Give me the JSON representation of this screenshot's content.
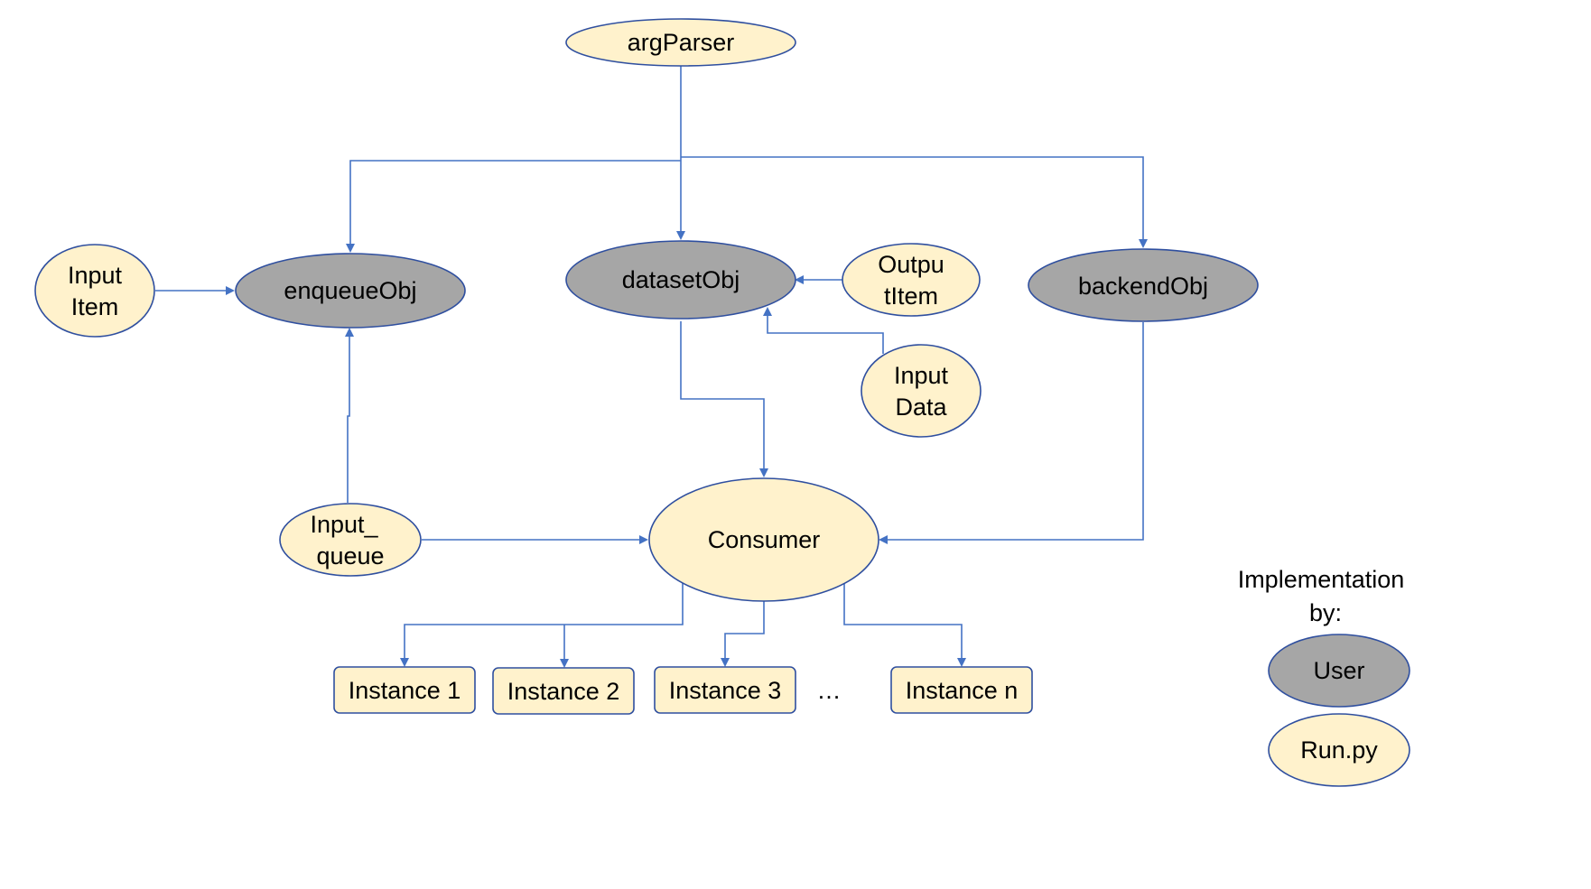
{
  "colors": {
    "user_fill": "#A6A6A6",
    "runpy_fill": "#FFF2CC",
    "outline": "#2F4F9F",
    "arrow": "#4472C4"
  },
  "nodes": {
    "argParser": "argParser",
    "enqueueObj": "enqueueObj",
    "datasetObj": "datasetObj",
    "backendObj": "backendObj",
    "inputItem": [
      "Input",
      "Item"
    ],
    "outputItem": [
      "Outpu",
      "tItem"
    ],
    "inputData": [
      "Input",
      "Data"
    ],
    "inputQueue": [
      "Input_",
      "queue"
    ],
    "consumer": "Consumer",
    "instances": [
      "Instance 1",
      "Instance 2",
      "Instance 3",
      "Instance n"
    ],
    "ellipsis": "…"
  },
  "legend": {
    "title": [
      "Implementation",
      "by:"
    ],
    "user": "User",
    "runpy": "Run.py"
  }
}
